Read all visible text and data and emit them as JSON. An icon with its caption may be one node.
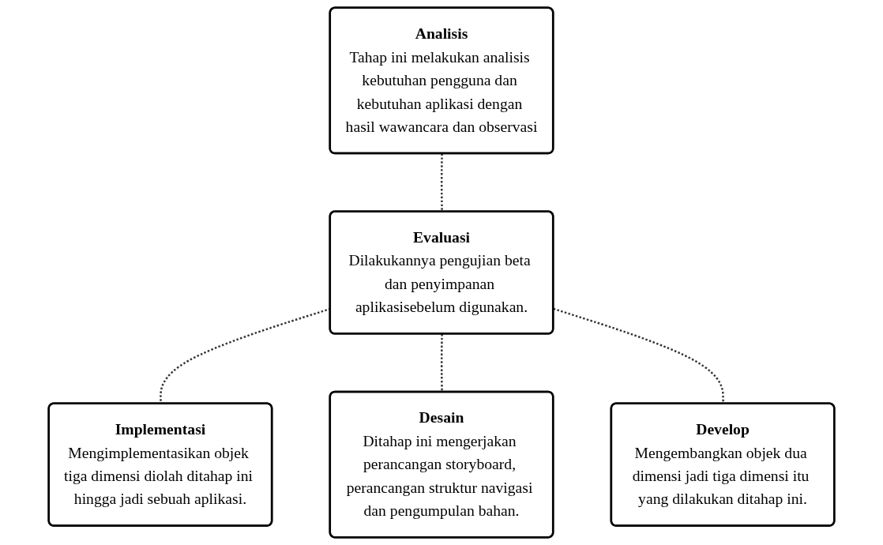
{
  "diagram": {
    "nodes": [
      {
        "text": [
          "Analisis",
          "Tahap ini melakukan analisis kebutuhan pengguna dan kebutuhan aplikasi dengan hasil wawancara dan observasi"
        ]
      },
      {
        "text": [
          "Implementasi",
          "Mengimplementasikan objek tiga dimensi diolah ditahap ini hingga jadi sebuah aplikasi."
        ]
      },
      {
        "text": [
          "Evaluasi",
          "Dilakukannya pengujian beta dan penyimpanan aplikasisebelum digunakan."
        ]
      },
      {
        "text": [
          "Desain",
          "Ditahap ini mengerjakan perancangan storyboard, perancangan struktur navigasi dan pengumpulan bahan."
        ]
      },
      {
        "text": [
          "Develop",
          "Mengembangkan objek dua dimensi jadi tiga dimensi itu yang dilakukan ditahap ini."
        ]
      }
    ],
    "edges": [
      {
        "from": 0,
        "to": 2,
        "arrow": "none",
        "style": "dashed"
      },
      {
        "from": 2,
        "to": 1,
        "arrow": "none",
        "style": "dashed"
      },
      {
        "from": 2,
        "to": 3,
        "arrow": "none",
        "style": "dashed"
      },
      {
        "from": 2,
        "to": 4,
        "arrow": "none",
        "style": "dashed"
      }
    ]
  }
}
